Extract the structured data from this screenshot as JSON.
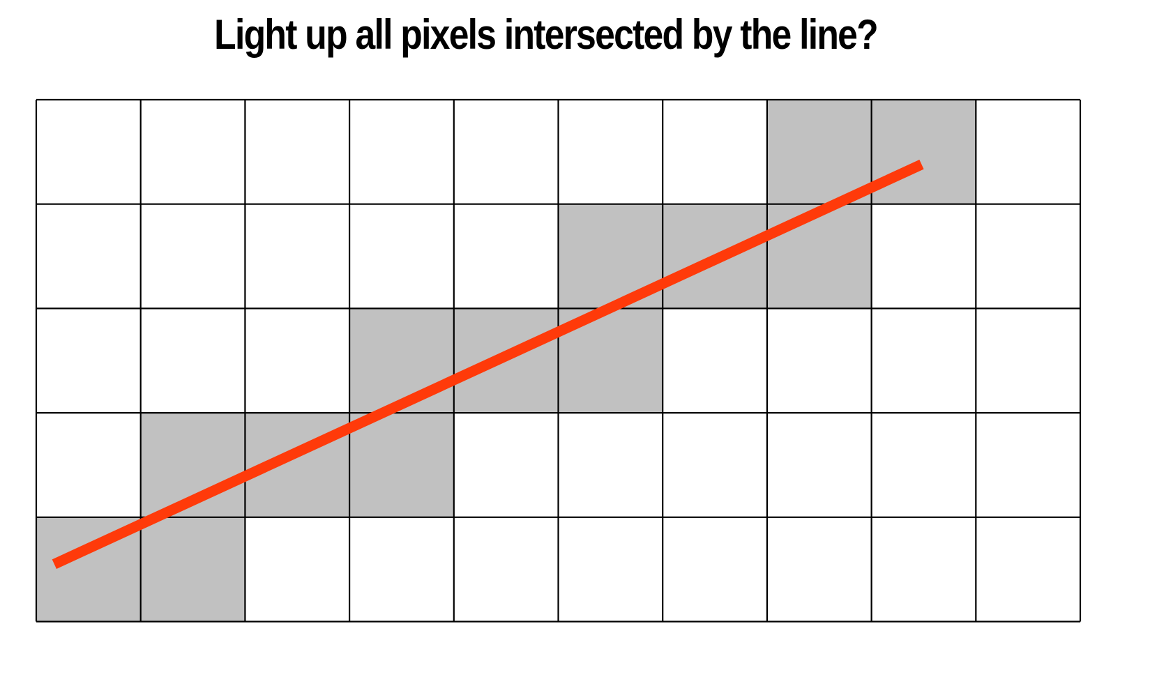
{
  "title": "Light up all pixels intersected by the line?",
  "grid": {
    "columns": 10,
    "rows": 5,
    "lit_cells": [
      [
        7,
        0
      ],
      [
        8,
        0
      ],
      [
        5,
        1
      ],
      [
        6,
        1
      ],
      [
        7,
        1
      ],
      [
        3,
        2
      ],
      [
        4,
        2
      ],
      [
        5,
        2
      ],
      [
        1,
        3
      ],
      [
        2,
        3
      ],
      [
        3,
        3
      ],
      [
        0,
        4
      ],
      [
        1,
        4
      ]
    ]
  },
  "line": {
    "start_cell_coords": [
      0.5,
      4.45
    ],
    "end_cell_coords": [
      8.5,
      0.62
    ]
  },
  "colors": {
    "background": "#ffffff",
    "grid_line": "#000000",
    "lit_cell": "#c1c1c1",
    "line": "#ff3a0a"
  }
}
